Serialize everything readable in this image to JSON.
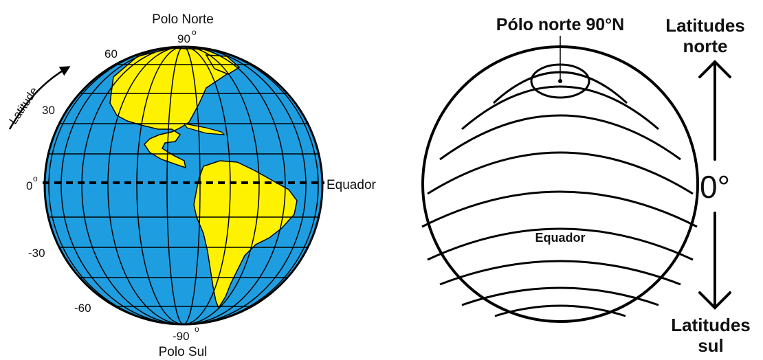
{
  "left_globe": {
    "north_pole_label": "Polo Norte",
    "south_pole_label": "Polo Sul",
    "equator_label": "Equador",
    "latitude_label": "Latitude",
    "tick_labels": {
      "north_90": "90",
      "north_60": "60",
      "north_30": "30",
      "equator_0": "0",
      "south_30": "-30",
      "south_60": "-60",
      "south_90": "-90"
    },
    "degree_symbol": "o",
    "colors": {
      "ocean": "#1e9ee0",
      "land": "#fff200",
      "grid": "#000000"
    }
  },
  "right_globe": {
    "north_pole_label": "Pólo norte 90°N",
    "equator_label": "Equador",
    "north_latitudes_line1": "Latitudes",
    "north_latitudes_line2": "norte",
    "south_latitudes_line1": "Latitudes",
    "south_latitudes_line2": "sul",
    "zero_degree_label": "0°"
  }
}
